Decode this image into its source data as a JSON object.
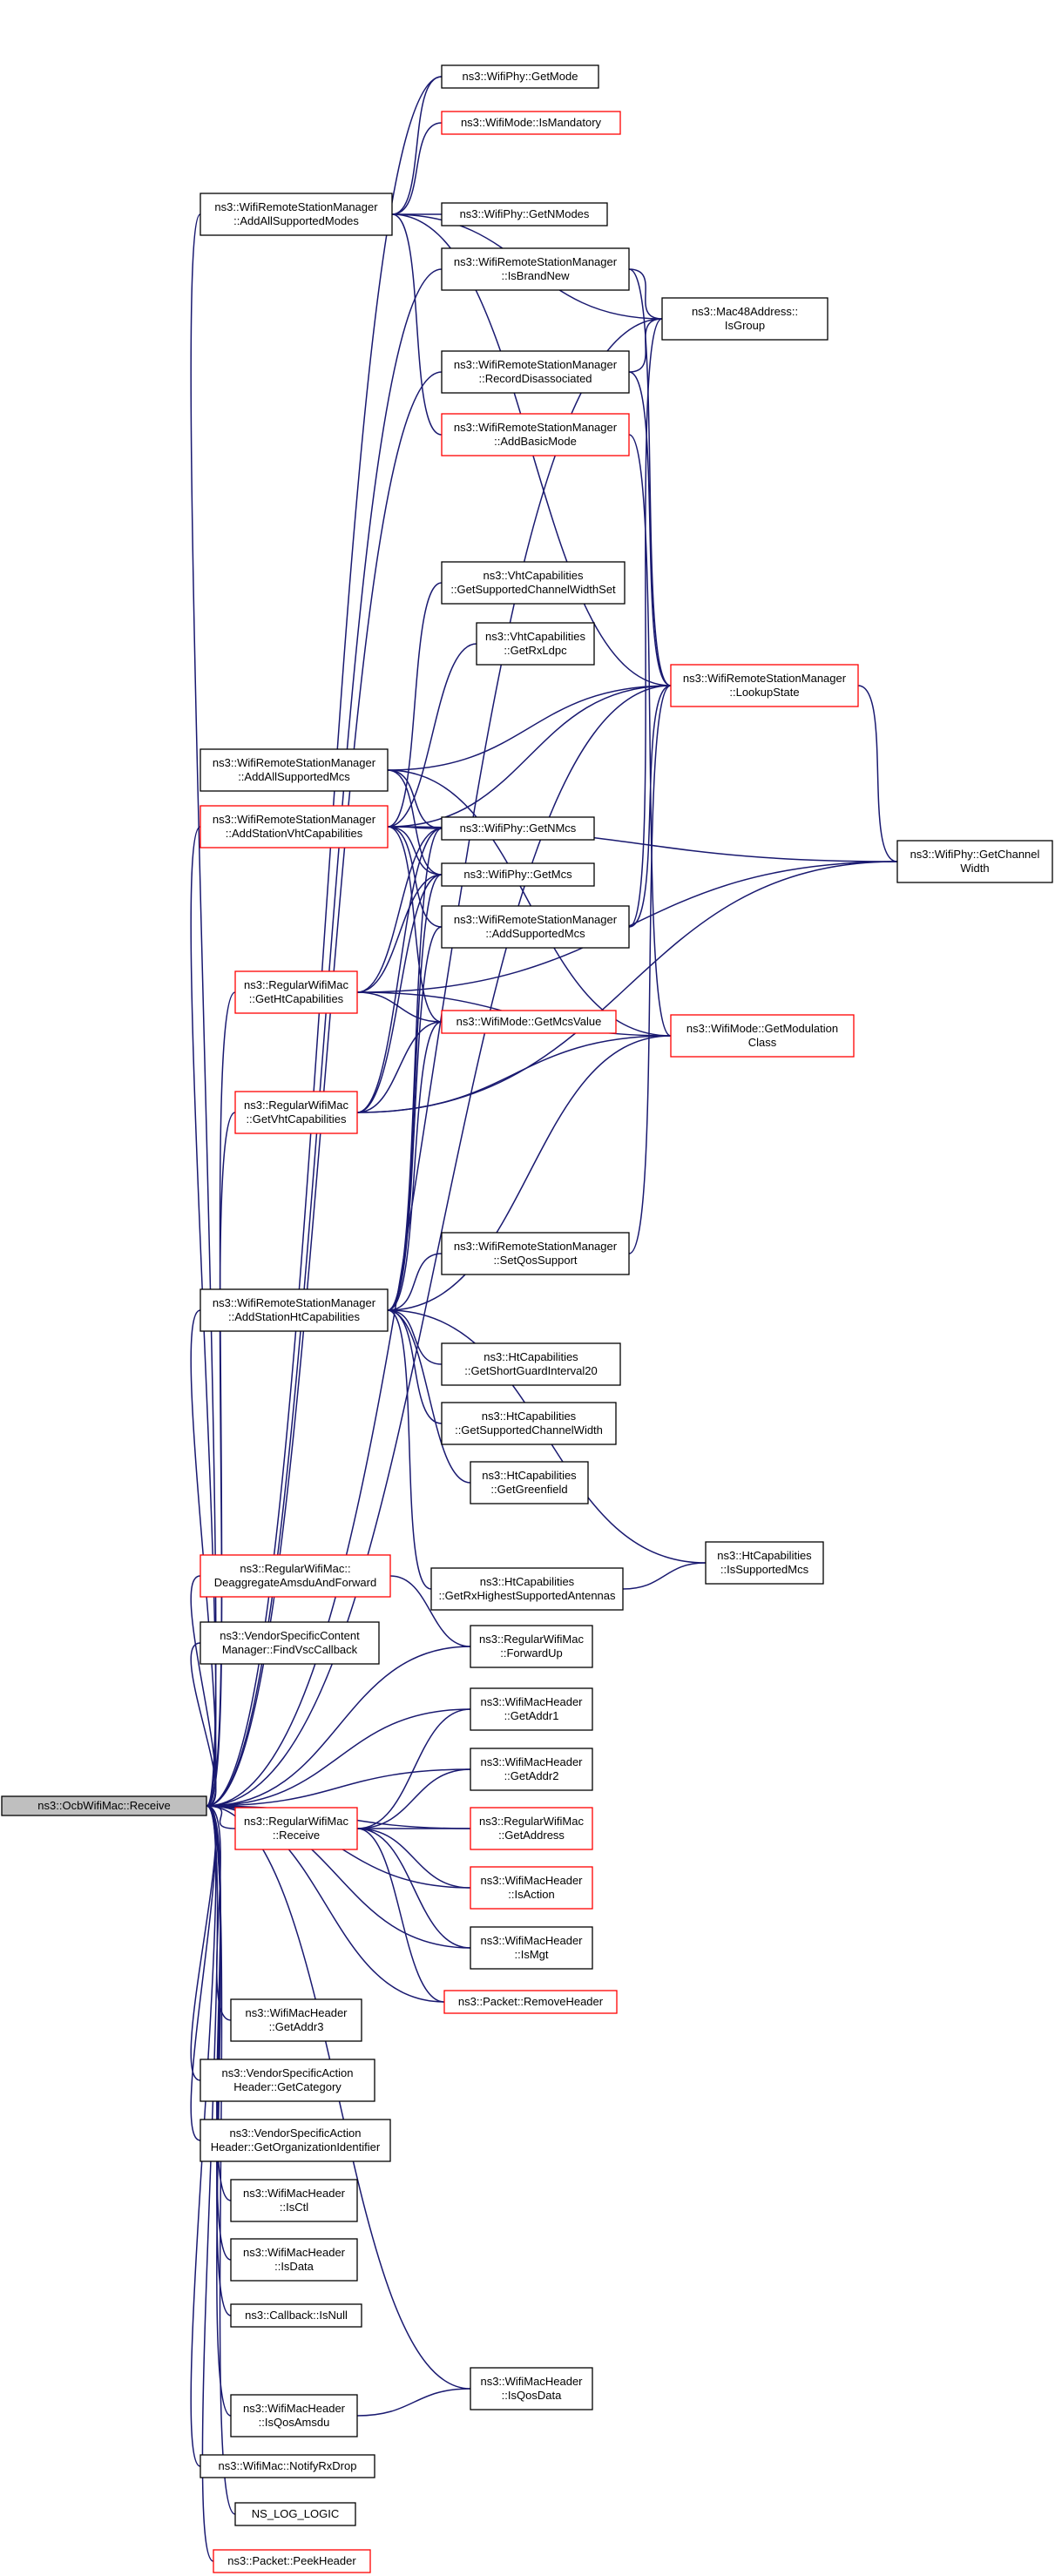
{
  "graph": {
    "edge_color": "#191970",
    "default_border": "#000000",
    "incomplete_border": "#ff0000",
    "root_fill": "#bfbfbf",
    "nodes": [
      {
        "id": "root",
        "lines": [
          "ns3::OcbWifiMac::Receive"
        ],
        "style": "root"
      },
      {
        "id": "getmode",
        "lines": [
          "ns3::WifiPhy::GetMode"
        ],
        "style": "normal"
      },
      {
        "id": "ismandatory",
        "lines": [
          "ns3::WifiMode::IsMandatory"
        ],
        "style": "red"
      },
      {
        "id": "addallsupportedmodes",
        "lines": [
          "ns3::WifiRemoteStationManager",
          "::AddAllSupportedModes"
        ],
        "style": "normal"
      },
      {
        "id": "getnmodes",
        "lines": [
          "ns3::WifiPhy::GetNModes"
        ],
        "style": "normal"
      },
      {
        "id": "isbrandnew",
        "lines": [
          "ns3::WifiRemoteStationManager",
          "::IsBrandNew"
        ],
        "style": "normal"
      },
      {
        "id": "isgroup",
        "lines": [
          "ns3::Mac48Address::",
          "IsGroup"
        ],
        "style": "normal"
      },
      {
        "id": "recorddisassociated",
        "lines": [
          "ns3::WifiRemoteStationManager",
          "::RecordDisassociated"
        ],
        "style": "normal"
      },
      {
        "id": "addbasicmode",
        "lines": [
          "ns3::WifiRemoteStationManager",
          "::AddBasicMode"
        ],
        "style": "red"
      },
      {
        "id": "getsupportedchannelwidthset",
        "lines": [
          "ns3::VhtCapabilities",
          "::GetSupportedChannelWidthSet"
        ],
        "style": "normal"
      },
      {
        "id": "getrxldpc",
        "lines": [
          "ns3::VhtCapabilities",
          "::GetRxLdpc"
        ],
        "style": "normal"
      },
      {
        "id": "lookupstate",
        "lines": [
          "ns3::WifiRemoteStationManager",
          "::LookupState"
        ],
        "style": "red"
      },
      {
        "id": "addallsupportedmcs",
        "lines": [
          "ns3::WifiRemoteStationManager",
          "::AddAllSupportedMcs"
        ],
        "style": "normal"
      },
      {
        "id": "addstationvhtcapabilities",
        "lines": [
          "ns3::WifiRemoteStationManager",
          "::AddStationVhtCapabilities"
        ],
        "style": "red"
      },
      {
        "id": "getnmcs",
        "lines": [
          "ns3::WifiPhy::GetNMcs"
        ],
        "style": "normal"
      },
      {
        "id": "getchannelwidth",
        "lines": [
          "ns3::WifiPhy::GetChannel",
          "Width"
        ],
        "style": "normal"
      },
      {
        "id": "getmcs",
        "lines": [
          "ns3::WifiPhy::GetMcs"
        ],
        "style": "normal"
      },
      {
        "id": "addsupportedmcs",
        "lines": [
          "ns3::WifiRemoteStationManager",
          "::AddSupportedMcs"
        ],
        "style": "normal"
      },
      {
        "id": "gethtcapabilities",
        "lines": [
          "ns3::RegularWifiMac",
          "::GetHtCapabilities"
        ],
        "style": "red"
      },
      {
        "id": "getmodulationclass",
        "lines": [
          "ns3::WifiMode::GetModulation",
          "Class"
        ],
        "style": "red"
      },
      {
        "id": "getmcsvalue",
        "lines": [
          "ns3::WifiMode::GetMcsValue"
        ],
        "style": "red"
      },
      {
        "id": "getvhtcapabilities",
        "lines": [
          "ns3::RegularWifiMac",
          "::GetVhtCapabilities"
        ],
        "style": "red"
      },
      {
        "id": "setqossupport",
        "lines": [
          "ns3::WifiRemoteStationManager",
          "::SetQosSupport"
        ],
        "style": "normal"
      },
      {
        "id": "addstationhtcapabilities",
        "lines": [
          "ns3::WifiRemoteStationManager",
          "::AddStationHtCapabilities"
        ],
        "style": "normal"
      },
      {
        "id": "getshortguardinterval20",
        "lines": [
          "ns3::HtCapabilities",
          "::GetShortGuardInterval20"
        ],
        "style": "normal"
      },
      {
        "id": "htgetsupportedchannelwidth",
        "lines": [
          "ns3::HtCapabilities",
          "::GetSupportedChannelWidth"
        ],
        "style": "normal"
      },
      {
        "id": "getgreenfield",
        "lines": [
          "ns3::HtCapabilities",
          "::GetGreenfield"
        ],
        "style": "normal"
      },
      {
        "id": "deaggregate",
        "lines": [
          "ns3::RegularWifiMac::",
          "DeaggregateAmsduAndForward"
        ],
        "style": "red"
      },
      {
        "id": "getrxhighest",
        "lines": [
          "ns3::HtCapabilities",
          "::GetRxHighestSupportedAntennas"
        ],
        "style": "normal"
      },
      {
        "id": "issupportedmcs",
        "lines": [
          "ns3::HtCapabilities",
          "::IsSupportedMcs"
        ],
        "style": "normal"
      },
      {
        "id": "findvsccallback",
        "lines": [
          "ns3::VendorSpecificContent",
          "Manager::FindVscCallback"
        ],
        "style": "normal"
      },
      {
        "id": "forwardup",
        "lines": [
          "ns3::RegularWifiMac",
          "::ForwardUp"
        ],
        "style": "normal"
      },
      {
        "id": "getaddr1",
        "lines": [
          "ns3::WifiMacHeader",
          "::GetAddr1"
        ],
        "style": "normal"
      },
      {
        "id": "getaddr2",
        "lines": [
          "ns3::WifiMacHeader",
          "::GetAddr2"
        ],
        "style": "normal"
      },
      {
        "id": "regularreceive",
        "lines": [
          "ns3::RegularWifiMac",
          "::Receive"
        ],
        "style": "red"
      },
      {
        "id": "getaddress",
        "lines": [
          "ns3::RegularWifiMac",
          "::GetAddress"
        ],
        "style": "red"
      },
      {
        "id": "isaction",
        "lines": [
          "ns3::WifiMacHeader",
          "::IsAction"
        ],
        "style": "red"
      },
      {
        "id": "ismgt",
        "lines": [
          "ns3::WifiMacHeader",
          "::IsMgt"
        ],
        "style": "normal"
      },
      {
        "id": "removeheader",
        "lines": [
          "ns3::Packet::RemoveHeader"
        ],
        "style": "red"
      },
      {
        "id": "getaddr3",
        "lines": [
          "ns3::WifiMacHeader",
          "::GetAddr3"
        ],
        "style": "normal"
      },
      {
        "id": "getcategory",
        "lines": [
          "ns3::VendorSpecificAction",
          "Header::GetCategory"
        ],
        "style": "normal"
      },
      {
        "id": "getorgid",
        "lines": [
          "ns3::VendorSpecificAction",
          "Header::GetOrganizationIdentifier"
        ],
        "style": "normal"
      },
      {
        "id": "isctl",
        "lines": [
          "ns3::WifiMacHeader",
          "::IsCtl"
        ],
        "style": "normal"
      },
      {
        "id": "isdata",
        "lines": [
          "ns3::WifiMacHeader",
          "::IsData"
        ],
        "style": "normal"
      },
      {
        "id": "isnull",
        "lines": [
          "ns3::Callback::IsNull"
        ],
        "style": "normal"
      },
      {
        "id": "isqosdata",
        "lines": [
          "ns3::WifiMacHeader",
          "::IsQosData"
        ],
        "style": "normal"
      },
      {
        "id": "isqosamsdu",
        "lines": [
          "ns3::WifiMacHeader",
          "::IsQosAmsdu"
        ],
        "style": "normal"
      },
      {
        "id": "notifyrxdrop",
        "lines": [
          "ns3::WifiMac::NotifyRxDrop"
        ],
        "style": "normal"
      },
      {
        "id": "nslogiogic",
        "lines": [
          "NS_LOG_LOGIC"
        ],
        "style": "normal"
      },
      {
        "id": "peekheader",
        "lines": [
          "ns3::Packet::PeekHeader"
        ],
        "style": "red"
      }
    ],
    "edges": [
      [
        "root",
        "getmode"
      ],
      [
        "root",
        "addallsupportedmodes"
      ],
      [
        "root",
        "isbrandnew"
      ],
      [
        "root",
        "isgroup"
      ],
      [
        "root",
        "recorddisassociated"
      ],
      [
        "root",
        "lookupstate"
      ],
      [
        "root",
        "addstationvhtcapabilities"
      ],
      [
        "root",
        "gethtcapabilities"
      ],
      [
        "root",
        "getvhtcapabilities"
      ],
      [
        "root",
        "addstationhtcapabilities"
      ],
      [
        "root",
        "deaggregate"
      ],
      [
        "root",
        "findvsccallback"
      ],
      [
        "root",
        "forwardup"
      ],
      [
        "root",
        "getaddr1"
      ],
      [
        "root",
        "getaddr2"
      ],
      [
        "root",
        "regularreceive"
      ],
      [
        "root",
        "getaddress"
      ],
      [
        "root",
        "isaction"
      ],
      [
        "root",
        "ismgt"
      ],
      [
        "root",
        "removeheader"
      ],
      [
        "root",
        "getaddr3"
      ],
      [
        "root",
        "getcategory"
      ],
      [
        "root",
        "getorgid"
      ],
      [
        "root",
        "isctl"
      ],
      [
        "root",
        "isdata"
      ],
      [
        "root",
        "isnull"
      ],
      [
        "root",
        "isqosdata"
      ],
      [
        "root",
        "isqosamsdu"
      ],
      [
        "root",
        "notifyrxdrop"
      ],
      [
        "root",
        "nslogiogic"
      ],
      [
        "root",
        "peekheader"
      ],
      [
        "addallsupportedmodes",
        "getmode"
      ],
      [
        "addallsupportedmodes",
        "ismandatory"
      ],
      [
        "addallsupportedmodes",
        "getnmodes"
      ],
      [
        "addallsupportedmodes",
        "isgroup"
      ],
      [
        "addallsupportedmodes",
        "addbasicmode"
      ],
      [
        "addallsupportedmodes",
        "lookupstate"
      ],
      [
        "isbrandnew",
        "isgroup"
      ],
      [
        "isbrandnew",
        "lookupstate"
      ],
      [
        "recorddisassociated",
        "isgroup"
      ],
      [
        "recorddisassociated",
        "lookupstate"
      ],
      [
        "addbasicmode",
        "getmodulationclass"
      ],
      [
        "lookupstate",
        "getchannelwidth"
      ],
      [
        "addallsupportedmcs",
        "lookupstate"
      ],
      [
        "addallsupportedmcs",
        "getnmcs"
      ],
      [
        "addallsupportedmcs",
        "getmcs"
      ],
      [
        "addallsupportedmcs",
        "getmodulationclass"
      ],
      [
        "addstationvhtcapabilities",
        "getsupportedchannelwidthset"
      ],
      [
        "addstationvhtcapabilities",
        "getrxldpc"
      ],
      [
        "addstationvhtcapabilities",
        "lookupstate"
      ],
      [
        "addstationvhtcapabilities",
        "getnmcs"
      ],
      [
        "addstationvhtcapabilities",
        "getmcs"
      ],
      [
        "addstationvhtcapabilities",
        "getchannelwidth"
      ],
      [
        "addstationvhtcapabilities",
        "getmcsvalue"
      ],
      [
        "addstationvhtcapabilities",
        "addsupportedmcs"
      ],
      [
        "addsupportedmcs",
        "isgroup"
      ],
      [
        "addsupportedmcs",
        "lookupstate"
      ],
      [
        "gethtcapabilities",
        "getnmcs"
      ],
      [
        "gethtcapabilities",
        "getmcs"
      ],
      [
        "gethtcapabilities",
        "getchannelwidth"
      ],
      [
        "gethtcapabilities",
        "getmodulationclass"
      ],
      [
        "gethtcapabilities",
        "getmcsvalue"
      ],
      [
        "getvhtcapabilities",
        "getnmcs"
      ],
      [
        "getvhtcapabilities",
        "getmcs"
      ],
      [
        "getvhtcapabilities",
        "getchannelwidth"
      ],
      [
        "getvhtcapabilities",
        "getmodulationclass"
      ],
      [
        "getvhtcapabilities",
        "getmcsvalue"
      ],
      [
        "setqossupport",
        "lookupstate"
      ],
      [
        "addstationhtcapabilities",
        "getnmcs"
      ],
      [
        "addstationhtcapabilities",
        "getmcs"
      ],
      [
        "addstationhtcapabilities",
        "addsupportedmcs"
      ],
      [
        "addstationhtcapabilities",
        "getmcsvalue"
      ],
      [
        "addstationhtcapabilities",
        "getmodulationclass"
      ],
      [
        "addstationhtcapabilities",
        "setqossupport"
      ],
      [
        "addstationhtcapabilities",
        "getshortguardinterval20"
      ],
      [
        "addstationhtcapabilities",
        "htgetsupportedchannelwidth"
      ],
      [
        "addstationhtcapabilities",
        "getgreenfield"
      ],
      [
        "addstationhtcapabilities",
        "getrxhighest"
      ],
      [
        "addstationhtcapabilities",
        "issupportedmcs"
      ],
      [
        "getrxhighest",
        "issupportedmcs"
      ],
      [
        "deaggregate",
        "forwardup"
      ],
      [
        "regularreceive",
        "getaddr1"
      ],
      [
        "regularreceive",
        "getaddr2"
      ],
      [
        "regularreceive",
        "getaddress"
      ],
      [
        "regularreceive",
        "isaction"
      ],
      [
        "regularreceive",
        "ismgt"
      ],
      [
        "regularreceive",
        "removeheader"
      ],
      [
        "isqosamsdu",
        "isqosdata"
      ]
    ]
  }
}
